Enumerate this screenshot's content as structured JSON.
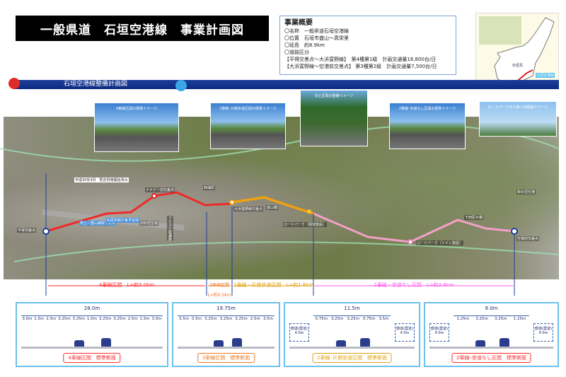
{
  "title": "一般県道　石垣空港線　事業計画図",
  "overview": {
    "heading": "事業概要",
    "lines": [
      "〇名称　一般県道石垣空港線",
      "〇位置　石垣市盛山～真栄里",
      "〇延長　約8.9km",
      "〇道路区分",
      "【平得交差点～大浜富野線】　第4種第1級　計画交通量16,800台/日",
      "【大浜富野線～空港前交差点】 第3種第2級　計画交通量7,500台/日"
    ]
  },
  "inset_map": {
    "labels": [
      "石垣島",
      "石垣空港線"
    ]
  },
  "banner": "石垣空港線整備計画図",
  "photos": [
    "4車線区間の標準イメージ",
    "2車線･片側歩道区間の標準イメージ",
    "切土区間の整備イメージ",
    "2車線･歩道なし区間の標準イメージ",
    "ロードパークから東への眺望イメージ"
  ],
  "map_labels": {
    "start": "平得交差点",
    "opened": "平成30年3月　暫定供用開始済み",
    "int1": "ナナドー前交差点",
    "nishi": "西浦原",
    "hospital": "県立八重山病院予定地",
    "cityhall": "石垣市新庁舎予定地",
    "oldairport": "旧石垣空港",
    "ruins": "フルスト原遺跡",
    "int2": "大浜富野線交差点",
    "bridge1": "富山橋",
    "park1": "ロードパーク（展望施設）",
    "park2": "ロードパーク（トイレ施設）",
    "bridge2": "下田原大橋",
    "airport": "新石垣空港",
    "end": "空港前交差点"
  },
  "sections": [
    {
      "label": "4車線区間　L=約3.0km",
      "color": "#ff2a2a"
    },
    {
      "label": "3車線区間",
      "sub": "L=約0.5km",
      "color": "#f07820"
    },
    {
      "label": "2車線・片側歩道区間　L=約1.6km",
      "color": "#e0a010"
    },
    {
      "label": "2車線・歩道なし区間　L=約3.8km",
      "color": "#ff55ee"
    }
  ],
  "cross_sections": [
    {
      "total": "28.0m",
      "dims": [
        "3.0m",
        "1.5m",
        "2.5m",
        "3.25m",
        "3.25m",
        "1.0m",
        "3.25m",
        "3.25m",
        "2.5m",
        "1.5m",
        "3.0m"
      ],
      "caption": "4車線区間　標準断面",
      "color": "#ff2a2a"
    },
    {
      "total": "19.75m",
      "dims": [
        "3.5m",
        "0.5m",
        "3.25m",
        "3.25m",
        "3.25m",
        "2.5m",
        "3.5m"
      ],
      "caption": "3車線区間　標準断面",
      "color": "#f07820"
    },
    {
      "total": "11.5m",
      "dims": [
        "0.75m",
        "3.25m",
        "3.25m",
        "0.75m",
        "3.5m"
      ],
      "side": [
        "側道(農道)",
        "4.0m"
      ],
      "caption": "2車線･片側歩道区間　標準断面",
      "color": "#e0a010"
    },
    {
      "total": "9.0m",
      "dims": [
        "1.25m",
        "3.25m",
        "3.25m",
        "1.25m"
      ],
      "side": [
        "側道(農道)",
        "4.0m"
      ],
      "caption": "2車線･歩道なし区間　標準断面",
      "color": "#ff2a2a"
    }
  ],
  "colors": {
    "red": "#ee2a2a",
    "orange": "#f0a010",
    "pink": "#f4a0c8",
    "marker": "#1c3f9a"
  }
}
